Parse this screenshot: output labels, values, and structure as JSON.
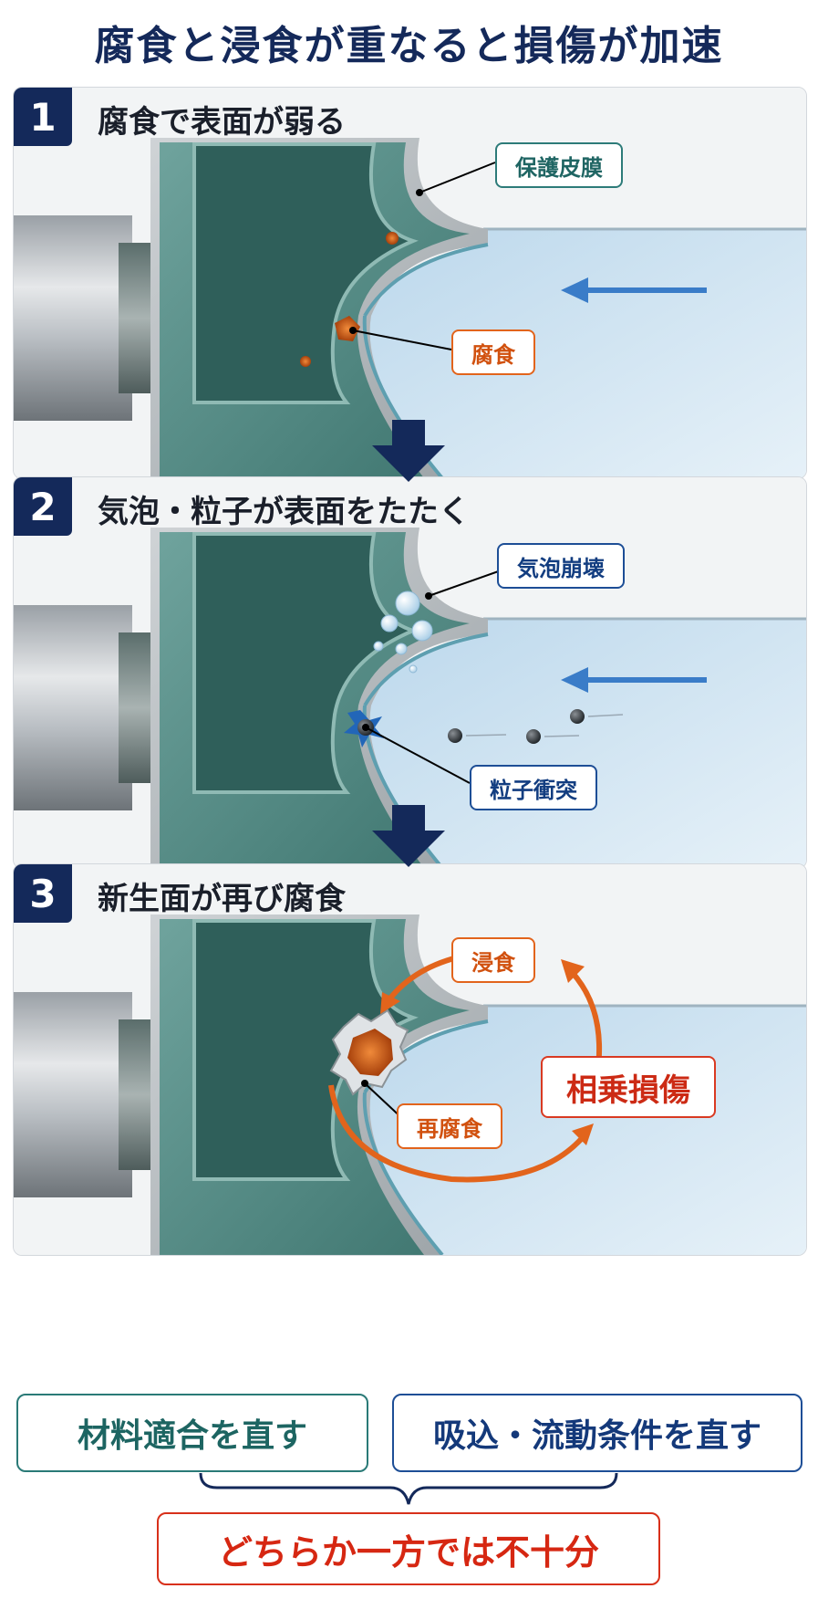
{
  "title": "腐食と浸食が重なると損傷が加速",
  "steps": [
    {
      "number": "1",
      "title": "腐食で表面が弱る",
      "callouts": [
        "保護皮膜",
        "腐食"
      ]
    },
    {
      "number": "2",
      "title": "気泡・粒子が表面をたたく",
      "callouts": [
        "気泡崩壊",
        "粒子衝突"
      ]
    },
    {
      "number": "3",
      "title": "新生面が再び腐食",
      "callouts": [
        "浸食",
        "再腐食",
        "相乗損傷"
      ]
    }
  ],
  "bottom": {
    "left": "材料適合を直す",
    "right": "吸込・流動条件を直す",
    "conclusion": "どちらか一方では不十分"
  },
  "colors": {
    "navy": "#14295a",
    "teal": "#2d7b79",
    "orange": "#e2641c",
    "blue": "#1d4e96",
    "red": "#d93a22",
    "water": "#cfe3f1",
    "impeller": "#4c8a84"
  }
}
